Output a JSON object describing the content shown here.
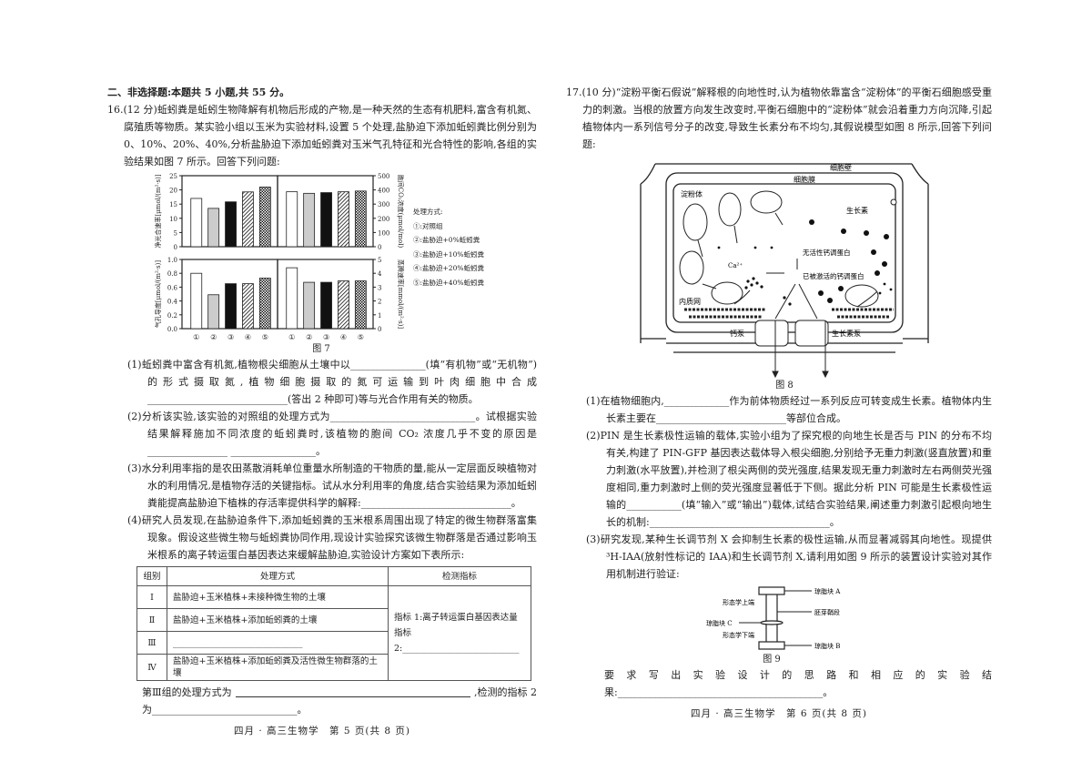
{
  "section_title": "二、非选择题:本题共 5 小题,共 55 分。",
  "q16": {
    "stem": "16.(12 分)蚯蚓粪是蚯蚓生物降解有机物后形成的产物,是一种天然的生态有机肥料,富含有机氮、腐殖质等物质。某实验小组以玉米为实验材料,设置 5 个处理,盐胁迫下添加蚯蚓粪比例分别为 0、10%、20%、40%,分析盐胁迫下添加蚯蚓粪对玉米气孔特征和光合特性的影响,各组的实验结果如图 7 所示。回答下列问题:",
    "figure_caption": "图 7",
    "legend_title": "处理方式:",
    "legend_items": [
      "①:对照组",
      "②:盐胁迫+0%蚯蚓粪",
      "③:盐胁迫+10%蚯蚓粪",
      "④:盐胁迫+20%蚯蚓粪",
      "⑤:盐胁迫+40%蚯蚓粪"
    ],
    "p1": "(1)蚯蚓粪中富含有机氮,植物根尖细胞从土壤中以_______________(填“有机物”或“无机物”)的形式摄取氮,植物细胞摄取的氮可运输到叶肉细胞中合成____________________________(答出 2 种即可)等与光合作用有关的物质。",
    "p2": "(2)分析该实验,该实验的对照组的处理方式为_____________________________。试根据实验结果解释施加不同浓度的蚯蚓粪时,该植物的胞间 CO₂ 浓度几乎不变的原因是________________ _________________。",
    "p3": "(3)水分利用率指的是农田蒸散消耗单位重量水所制造的干物质的量,能从一定层面反映植物对水的利用情况,是植物存活的关键指标。试从水分利用率的角度,结合实验结果为添加蚯蚓粪能提高盐胁迫下植株的存活率提供科学的解释:______________________________。",
    "p4": "(4)研究人员发现,在盐胁迫条件下,添加蚯蚓粪的玉米根系周围出现了特定的微生物群落富集现象。假设这些微生物与蚯蚓粪协同作用,现设计实验探究该微生物群落是否通过影响玉米根系的离子转运蛋白基因表达来缓解盐胁迫,实验设计方案如下表所示:",
    "table": {
      "headers": [
        "组别",
        "处理方式",
        "检测指标"
      ],
      "rows": [
        {
          "group": "Ⅰ",
          "treatment": "盐胁迫+玉米植株+未接种微生物的土壤"
        },
        {
          "group": "Ⅱ",
          "treatment": "盐胁迫+玉米植株+添加蚯蚓粪的土壤"
        },
        {
          "group": "Ⅲ",
          "treatment": "______________________________"
        },
        {
          "group": "Ⅳ",
          "treatment": "盐胁迫+玉米植株+添加蚯蚓粪及活性微生物群落的土壤"
        }
      ],
      "indicator_1": "指标 1:离子转运蛋白基因表达量",
      "indicator_2": "指标 2:___________________________"
    },
    "after_table_1": "第Ⅲ组的处理方式为",
    "after_table_2": ",检测的指标 2",
    "after_table_3": "为_____________________________。",
    "footer": "四月 · 高三生物学　第 5 页(共 8 页)"
  },
  "chart_data": [
    {
      "type": "bar",
      "ylabel": "净光合速率[μmol/(m²·s)]",
      "ylim": [
        0,
        25
      ],
      "yticks": [
        0,
        5,
        10,
        15,
        20,
        25
      ],
      "categories": [
        "①",
        "②",
        "③",
        "④",
        "⑤"
      ],
      "values": [
        17,
        13.5,
        15.8,
        19.3,
        21
      ],
      "axis_side": "left"
    },
    {
      "type": "bar",
      "ylabel": "胞间CO₂浓度(μmol/mol)",
      "ylim": [
        0,
        500
      ],
      "yticks": [
        0,
        100,
        200,
        300,
        400,
        500
      ],
      "categories": [
        "①",
        "②",
        "③",
        "④",
        "⑤"
      ],
      "values": [
        387,
        376,
        381,
        387,
        392
      ],
      "axis_side": "right"
    },
    {
      "type": "bar",
      "ylabel": "气孔导度[μmol/(m²·s)]",
      "ylim": [
        0,
        1.0
      ],
      "yticks": [
        "0.0",
        "0.2",
        "0.4",
        "0.6",
        "0.8",
        "1.0"
      ],
      "categories": [
        "①",
        "②",
        "③",
        "④",
        "⑤"
      ],
      "values": [
        0.8,
        0.49,
        0.65,
        0.65,
        0.73
      ],
      "axis_side": "left"
    },
    {
      "type": "bar",
      "ylabel": "蒸腾速率[mmol/(m²·s)]",
      "ylim": [
        0,
        5
      ],
      "yticks": [
        0,
        1,
        2,
        3,
        4,
        5
      ],
      "categories": [
        "①",
        "②",
        "③",
        "④",
        "⑤"
      ],
      "values": [
        4.4,
        3.35,
        3.35,
        3.45,
        3.45
      ],
      "axis_side": "right"
    }
  ],
  "q17": {
    "stem": "17.(10 分)“淀粉平衡石假说”解释根的向地性时,认为植物依靠富含“淀粉体”的平衡石细胞感受重力的刺激。当根的放置方向发生改变时,平衡石细胞中的“淀粉体”就会沿着重力方向沉降,引起植物体内一系列信号分子的改变,导致生长素分布不均匀,其假说模型如图 8 所示,回答下列问题:",
    "fig8": {
      "caption": "图 8",
      "labels": {
        "cell_wall": "细胞壁",
        "cell_membrane": "细胞膜",
        "amyloplast": "淀粉体",
        "auxin": "生长素",
        "inactive_calmodulin": "无活性钙调蛋白",
        "calcium": "Ca²⁺",
        "active_calmodulin": "已被激活的钙调蛋白",
        "er": "内质网",
        "calcium_pump": "钙泵",
        "auxin_pump": "生长素泵"
      }
    },
    "p1": "(1)在植物细胞内,_____________作为前体物质经过一系列反应可转变成生长素。植物体内生长素主要在__________________________等部位合成。",
    "p2": "(2)PIN 是生长素极性运输的载体,实验小组为了探究根的向地生长是否与 PIN 的分布不均有关,构建了 PIN-GFP 基因表达载体导入根尖细胞,分别给予无重力刺激(竖直放置)和重力刺激(水平放置),并检测了根尖两侧的荧光强度,结果发现无重力刺激时左右两侧荧光强度相同,重力刺激时上侧的荧光强度显著低于下侧。据此分析 PIN 可能是生长素极性运输的___________(填“输入”或“输出”)载体,试结合实验结果,阐述重力刺激引起根向地生长的机制:____________________________________。",
    "p3": "(3)研究发现,某种生长调节剂 X 会抑制生长素的极性运输,从而显著减弱其向地性。现提供 ³H-IAA(放射性标记的 IAA)和生长调节剂 X,请利用如图 9 所示的装置设计实验对其作用机制进行验证:",
    "fig9": {
      "caption": "图 9",
      "labels": {
        "upper_end": "形态学上端",
        "lower_end": "形态学下端",
        "block_a": "琼脂块 A",
        "block_b": "琼脂块 B",
        "block_c": "琼脂块 C",
        "segment": "胚芽鞘段"
      }
    },
    "requirement": "要求写出实验设计的思路和相应的实验结果:_________________________________________。",
    "footer": "四月 · 高三生物学　第 6 页(共 8 页)"
  }
}
